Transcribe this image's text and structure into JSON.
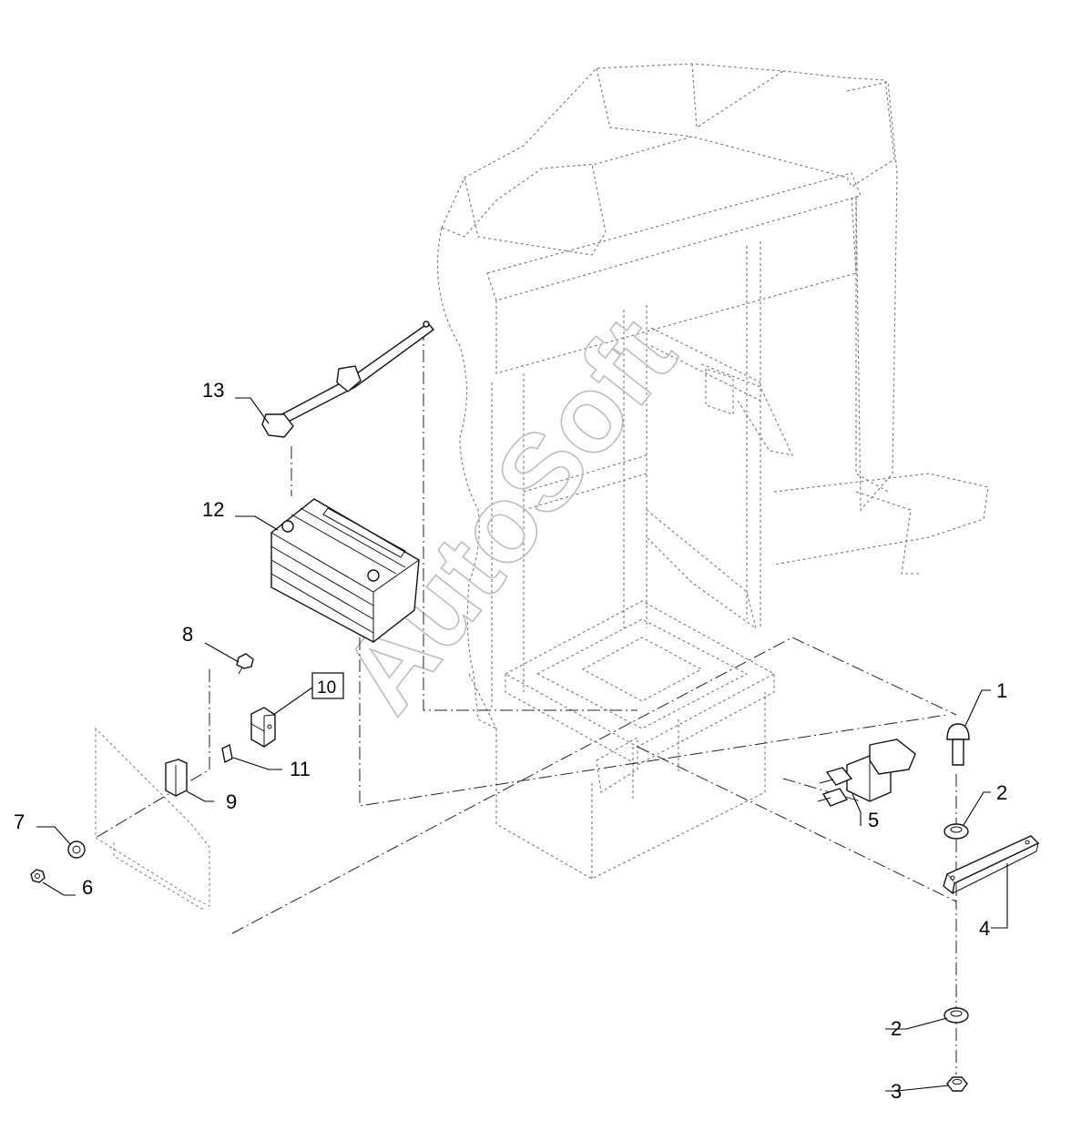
{
  "watermark": "AutoSoft",
  "callouts": {
    "c1": "1",
    "c2a": "2",
    "c2b": "2",
    "c3": "3",
    "c4": "4",
    "c5": "5",
    "c6": "6",
    "c7": "7",
    "c8": "8",
    "c9": "9",
    "c10": "10",
    "c11": "11",
    "c12": "12",
    "c13": "13"
  }
}
